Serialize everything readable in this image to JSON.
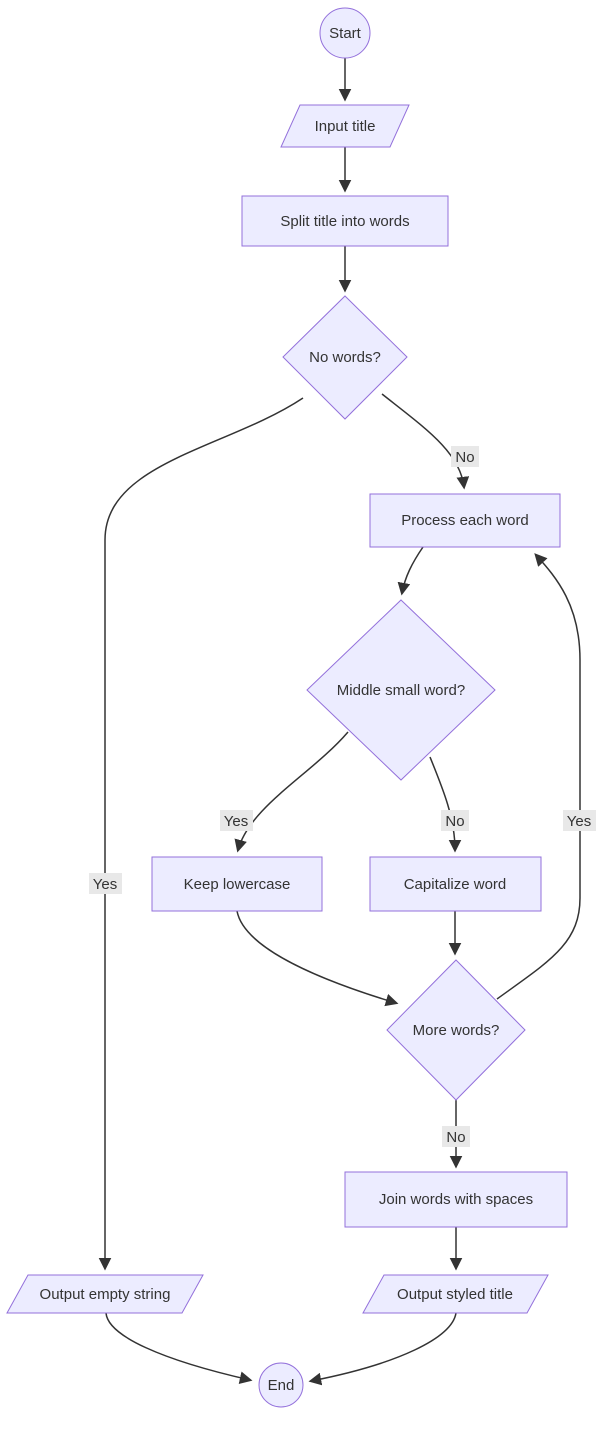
{
  "diagram": {
    "type": "flowchart",
    "direction": "top-down",
    "nodes": {
      "start": {
        "label": "Start",
        "shape": "circle"
      },
      "input_title": {
        "label": "Input title",
        "shape": "parallelogram"
      },
      "split": {
        "label": "Split title into words",
        "shape": "rect"
      },
      "no_words": {
        "label": "No words?",
        "shape": "diamond"
      },
      "process": {
        "label": "Process each word",
        "shape": "rect"
      },
      "middle_small": {
        "label": "Middle small word?",
        "shape": "diamond"
      },
      "keep_lower": {
        "label": "Keep lowercase",
        "shape": "rect"
      },
      "capitalize": {
        "label": "Capitalize word",
        "shape": "rect"
      },
      "more_words": {
        "label": "More words?",
        "shape": "diamond"
      },
      "join": {
        "label": "Join words with spaces",
        "shape": "rect"
      },
      "output_empty": {
        "label": "Output empty string",
        "shape": "parallelogram"
      },
      "output_styled": {
        "label": "Output styled title",
        "shape": "parallelogram"
      },
      "end": {
        "label": "End",
        "shape": "circle"
      }
    },
    "edges": [
      {
        "from": "start",
        "to": "input_title",
        "label": ""
      },
      {
        "from": "input_title",
        "to": "split",
        "label": ""
      },
      {
        "from": "split",
        "to": "no_words",
        "label": ""
      },
      {
        "from": "no_words",
        "to": "process",
        "label": "No"
      },
      {
        "from": "no_words",
        "to": "output_empty",
        "label": "Yes"
      },
      {
        "from": "process",
        "to": "middle_small",
        "label": ""
      },
      {
        "from": "middle_small",
        "to": "keep_lower",
        "label": "Yes"
      },
      {
        "from": "middle_small",
        "to": "capitalize",
        "label": "No"
      },
      {
        "from": "keep_lower",
        "to": "more_words",
        "label": ""
      },
      {
        "from": "capitalize",
        "to": "more_words",
        "label": ""
      },
      {
        "from": "more_words",
        "to": "process",
        "label": "Yes"
      },
      {
        "from": "more_words",
        "to": "join",
        "label": "No"
      },
      {
        "from": "join",
        "to": "output_styled",
        "label": ""
      },
      {
        "from": "output_empty",
        "to": "end",
        "label": ""
      },
      {
        "from": "output_styled",
        "to": "end",
        "label": ""
      }
    ],
    "colors": {
      "node_fill": "#ECECFF",
      "node_border": "#9370DB",
      "edge": "#333333",
      "text": "#333333",
      "label_bg": "#e8e8e8",
      "background": "#ffffff"
    }
  }
}
